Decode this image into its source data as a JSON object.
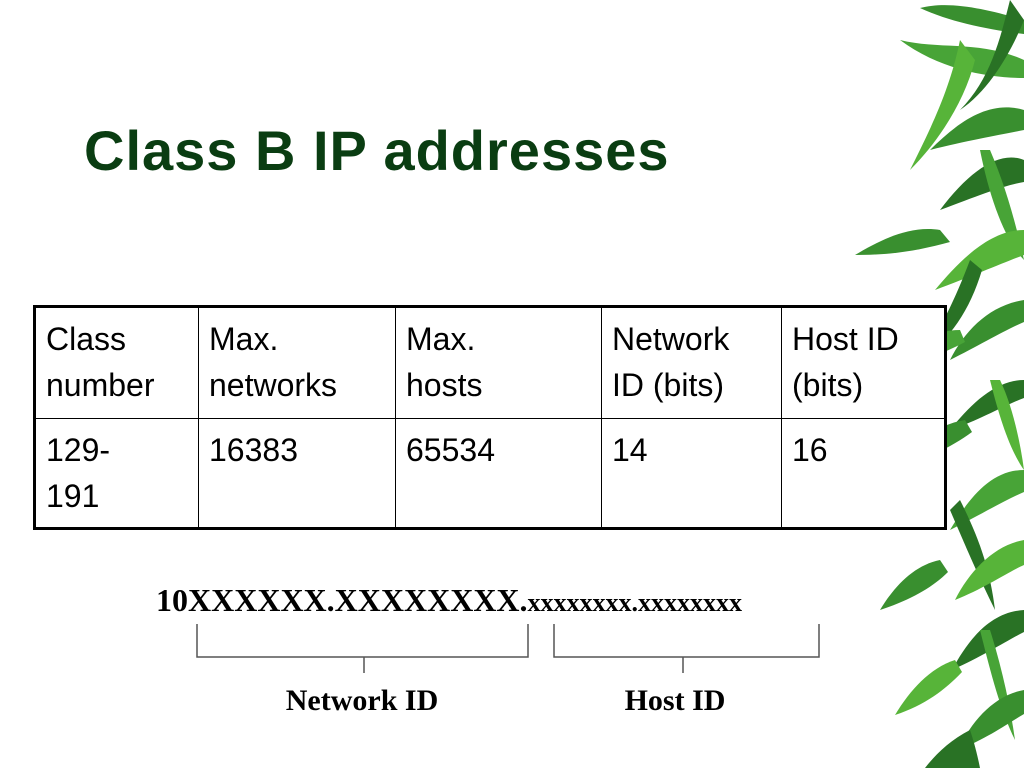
{
  "slide": {
    "title": "Class B IP addresses",
    "table": {
      "headers": [
        [
          "Class",
          "number"
        ],
        [
          "Max.",
          "networks"
        ],
        [
          "Max.",
          "hosts"
        ],
        [
          "Network",
          "ID (bits)"
        ],
        [
          "Host ID",
          "(bits)"
        ]
      ],
      "row": [
        [
          "129-",
          "191"
        ],
        [
          "16383"
        ],
        [
          "65534"
        ],
        [
          "14"
        ],
        [
          "16"
        ]
      ]
    },
    "address": {
      "network_part": "10XXXXXX.XXXXXXXX.",
      "host_part": "xxxxxxxx.xxxxxxxx"
    },
    "labels": {
      "network_id": "Network ID",
      "host_id": "Host ID"
    }
  },
  "colors": {
    "title": "#0a3d12",
    "leaf_dark": "#1e6b1a",
    "leaf_light": "#4fb02f"
  },
  "decoration": {
    "icon": "bamboo-leaves"
  }
}
